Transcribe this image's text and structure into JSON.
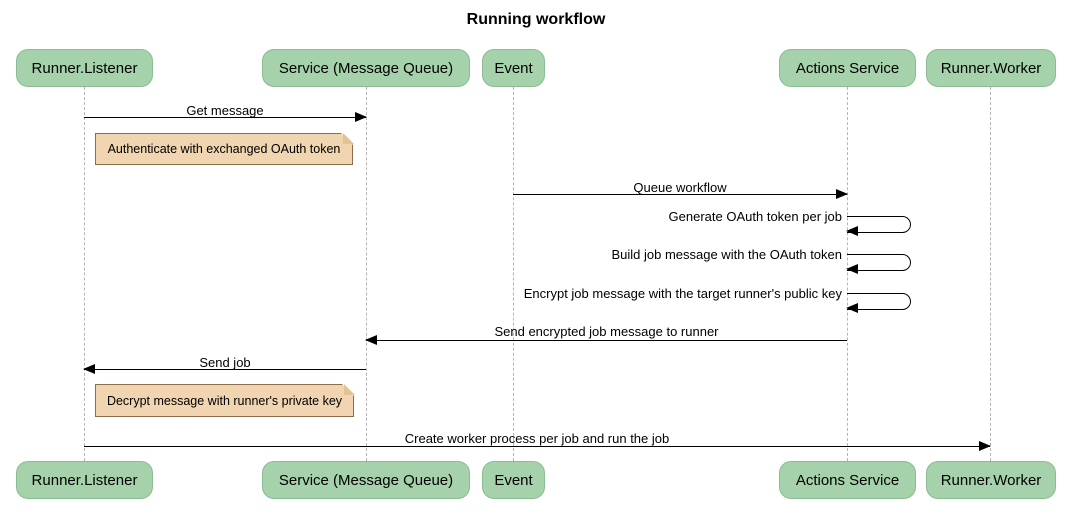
{
  "title": "Running workflow",
  "diagram_type": "sequence",
  "actors": [
    {
      "id": "runner-listener",
      "label": "Runner.Listener"
    },
    {
      "id": "service-message-queue",
      "label": "Service (Message Queue)"
    },
    {
      "id": "event",
      "label": "Event"
    },
    {
      "id": "actions-service",
      "label": "Actions Service"
    },
    {
      "id": "runner-worker",
      "label": "Runner.Worker"
    }
  ],
  "messages": [
    {
      "from": "Runner.Listener",
      "to": "Service (Message Queue)",
      "label": "Get message"
    },
    {
      "from": "Event",
      "to": "Actions Service",
      "label": "Queue workflow"
    },
    {
      "from": "Actions Service",
      "to": "Actions Service",
      "label": "Generate OAuth token per job"
    },
    {
      "from": "Actions Service",
      "to": "Actions Service",
      "label": "Build job message with the OAuth token"
    },
    {
      "from": "Actions Service",
      "to": "Actions Service",
      "label": "Encrypt job message with the target runner's public key"
    },
    {
      "from": "Actions Service",
      "to": "Service (Message Queue)",
      "label": "Send encrypted job message to runner"
    },
    {
      "from": "Service (Message Queue)",
      "to": "Runner.Listener",
      "label": "Send job"
    },
    {
      "from": "Runner.Listener",
      "to": "Runner.Worker",
      "label": "Create worker process per job and run the job"
    }
  ],
  "notes": [
    {
      "over": "Runner.Listener",
      "label": "Authenticate with exchanged OAuth token"
    },
    {
      "over": "Runner.Listener",
      "label": "Decrypt message with runner's private key"
    }
  ],
  "colors": {
    "actor_fill": "#a5d2aa",
    "actor_border": "#8cbb94",
    "note_fill": "#f0d5b0",
    "note_border": "#8d6e4a",
    "lifeline": "#b5b5b5",
    "line": "#000000",
    "text": "#000000",
    "background": "#ffffff"
  }
}
